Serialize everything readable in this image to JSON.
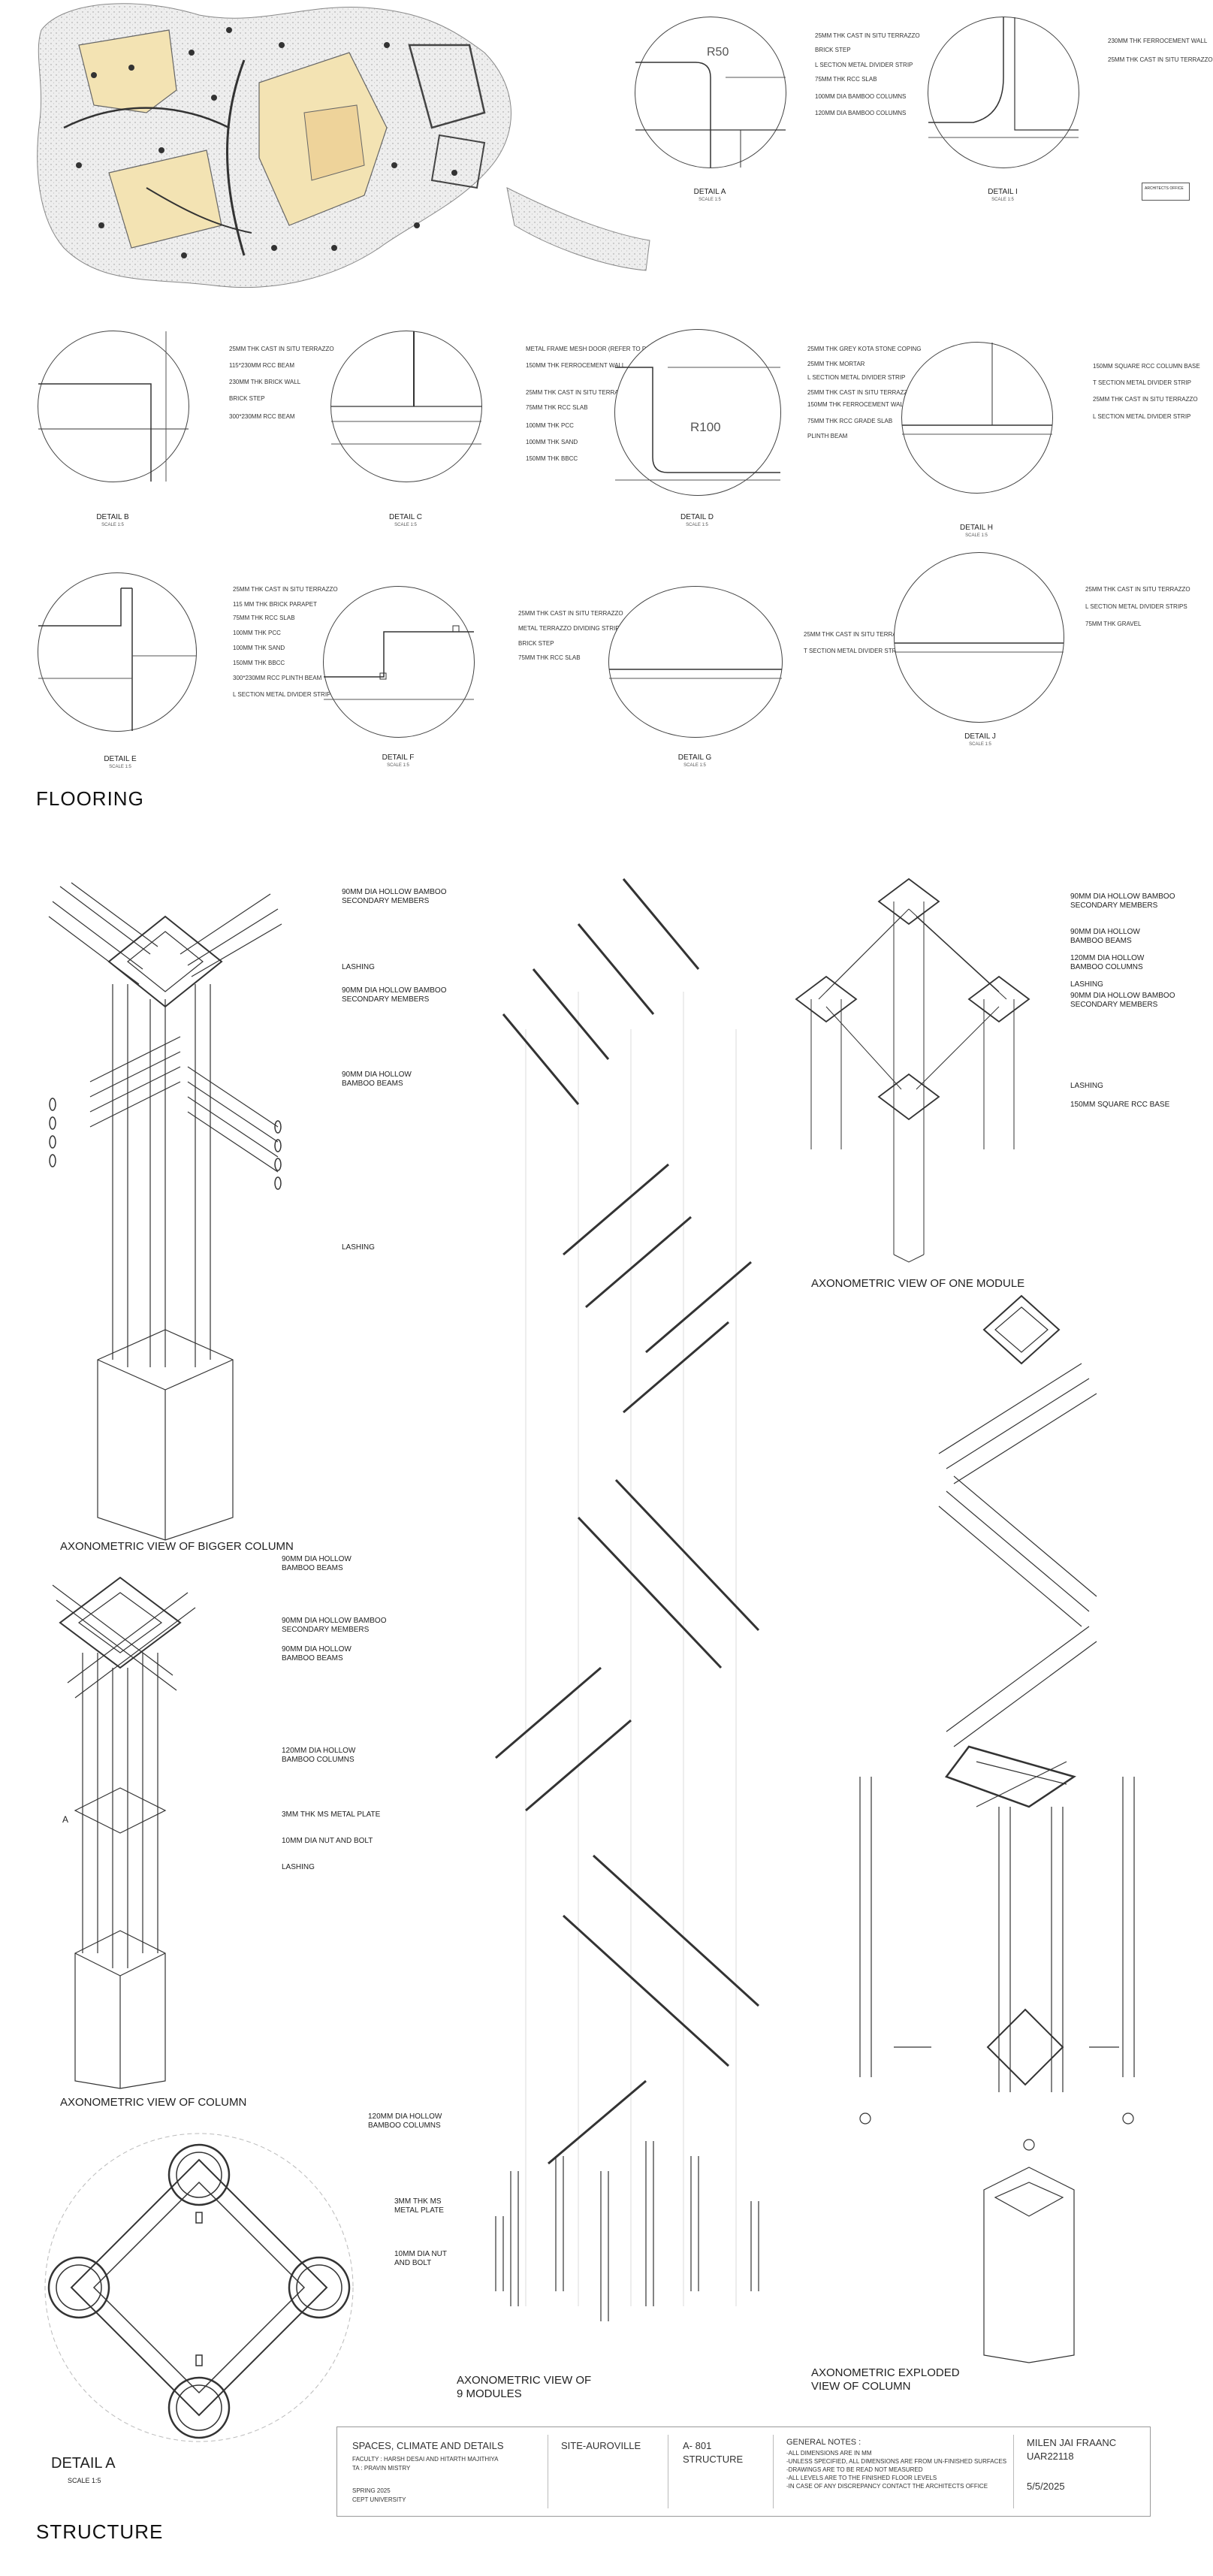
{
  "sections": {
    "flooring_title": "FLOORING",
    "structure_title": "STRUCTURE"
  },
  "site_plan": {
    "arch_tag": "ARCHITECTS OFFICE"
  },
  "details": {
    "a": {
      "label": "DETAIL A",
      "scale": "SCALE 1:5",
      "radius": "R50",
      "notes": [
        "25MM THK CAST IN SITU TERRAZZO",
        "BRICK STEP",
        "L SECTION METAL DIVIDER STRIP",
        "75MM THK RCC SLAB",
        "100MM DIA BAMBOO COLUMNS",
        "120MM DIA BAMBOO COLUMNS"
      ]
    },
    "i": {
      "label": "DETAIL I",
      "scale": "SCALE 1:5",
      "notes": [
        "230MM THK FERROCEMENT WALL",
        "25MM THK CAST IN SITU TERRAZZO"
      ]
    },
    "b": {
      "label": "DETAIL B",
      "scale": "SCALE 1:5",
      "notes": [
        "25MM THK CAST IN SITU TERRAZZO",
        "115*230MM RCC BEAM",
        "230MM THK BRICK WALL",
        "BRICK STEP",
        "300*230MM RCC BEAM"
      ]
    },
    "c": {
      "label": "DETAIL C",
      "scale": "SCALE 1:5",
      "notes": [
        "METAL FRAME MESH DOOR (REFER TO DOOR 1)",
        "150MM THK FERROCEMENT WALL",
        "25MM THK CAST IN SITU TERRAZZO",
        "75MM THK RCC SLAB",
        "100MM THK PCC",
        "100MM THK SAND",
        "150MM THK BBCC"
      ]
    },
    "d": {
      "label": "DETAIL D",
      "scale": "SCALE 1:5",
      "radius": "R100",
      "notes": [
        "25MM THK GREY KOTA STONE COPING",
        "25MM THK MORTAR",
        "L SECTION METAL DIVIDER STRIP",
        "25MM THK CAST IN SITU TERRAZZO",
        "150MM THK FERROCEMENT WALL",
        "75MM THK RCC GRADE SLAB",
        "PLINTH BEAM"
      ]
    },
    "h": {
      "label": "DETAIL H",
      "scale": "SCALE 1:5",
      "notes": [
        "150MM SQUARE RCC COLUMN BASE",
        "T SECTION METAL DIVIDER STRIP",
        "25MM THK CAST IN SITU TERRAZZO",
        "L SECTION METAL DIVIDER STRIP"
      ]
    },
    "e": {
      "label": "DETAIL E",
      "scale": "SCALE 1:5",
      "notes": [
        "25MM THK CAST IN SITU TERRAZZO",
        "115 MM THK BRICK PARAPET",
        "75MM THK RCC SLAB",
        "100MM THK PCC",
        "100MM THK SAND",
        "150MM THK BBCC",
        "300*230MM RCC PLINTH BEAM",
        "L SECTION METAL DIVIDER STRIP"
      ]
    },
    "f": {
      "label": "DETAIL F",
      "scale": "SCALE 1:5",
      "notes": [
        "25MM THK CAST IN SITU TERRAZZO",
        "METAL TERRAZZO DIVIDING STRIP",
        "BRICK STEP",
        "75MM THK RCC SLAB"
      ]
    },
    "g": {
      "label": "DETAIL G",
      "scale": "SCALE 1:5",
      "notes": [
        "25MM THK CAST IN SITU TERRAZZO",
        "T SECTION METAL DIVIDER STRIP"
      ]
    },
    "j": {
      "label": "DETAIL J",
      "scale": "SCALE 1:5",
      "notes": [
        "25MM THK CAST IN SITU TERRAZZO",
        "L SECTION METAL DIVIDER STRIPS",
        "75MM THK GRAVEL"
      ]
    }
  },
  "structure": {
    "bigger_column": {
      "caption": "AXONOMETRIC VIEW OF BIGGER COLUMN",
      "callouts": [
        "90MM DIA HOLLOW BAMBOO SECONDARY MEMBERS",
        "LASHING",
        "90MM DIA HOLLOW BAMBOO SECONDARY MEMBERS",
        "90MM DIA HOLLOW BAMBOO BEAMS",
        "LASHING"
      ]
    },
    "column": {
      "caption": "AXONOMETRIC VIEW OF COLUMN",
      "marker": "A",
      "callouts": [
        "90MM DIA HOLLOW BAMBOO BEAMS",
        "90MM DIA HOLLOW BAMBOO SECONDARY MEMBERS",
        "90MM DIA HOLLOW BAMBOO BEAMS",
        "120MM DIA HOLLOW BAMBOO COLUMNS",
        "3MM THK MS METAL PLATE",
        "10MM DIA NUT AND BOLT",
        "LASHING"
      ]
    },
    "detail_a": {
      "caption": "DETAIL A",
      "scale": "SCALE 1:5",
      "callouts": [
        "120MM DIA HOLLOW BAMBOO COLUMNS",
        "3MM THK MS METAL PLATE",
        "10MM DIA NUT AND BOLT"
      ]
    },
    "nine_modules": {
      "caption_l1": "AXONOMETRIC VIEW OF",
      "caption_l2": "9 MODULES"
    },
    "one_module": {
      "caption": "AXONOMETRIC VIEW OF ONE MODULE",
      "callouts": [
        "90MM DIA HOLLOW BAMBOO SECONDARY MEMBERS",
        "90MM DIA HOLLOW BAMBOO BEAMS",
        "120MM DIA HOLLOW BAMBOO COLUMNS",
        "LASHING",
        "90MM DIA HOLLOW BAMBOO SECONDARY MEMBERS",
        "LASHING",
        "150MM SQUARE RCC BASE"
      ]
    },
    "exploded": {
      "caption_l1": "AXONOMETRIC EXPLODED",
      "caption_l2": "VIEW OF COLUMN"
    }
  },
  "title_block": {
    "course": "SPACES, CLIMATE AND DETAILS",
    "faculty": "FACULTY : HARSH DESAI AND HITARTH MAJITHIYA",
    "ta": "TA : PRAVIN MISTRY",
    "semester": "SPRING 2025",
    "university": "CEPT UNIVERSITY",
    "site": "SITE-AUROVILLE",
    "sheet_no": "A- 801",
    "sheet_name": "STRUCTURE",
    "notes_title": "GENERAL NOTES :",
    "notes": [
      "-ALL DIMENSIONS ARE IN MM",
      "-UNLESS SPECIFIED, ALL DIMENSIONS ARE FROM UN-FINISHED SURFACES",
      "-DRAWINGS ARE TO BE READ NOT MEASURED",
      "-ALL LEVELS ARE TO THE FINISHED FLOOR LEVELS",
      "-IN CASE OF ANY DISCREPANCY CONTACT THE ARCHITECTS OFFICE"
    ],
    "author": "MILEN JAI FRAANC",
    "roll_no": "UAR22118",
    "date": "5/5/2025"
  }
}
